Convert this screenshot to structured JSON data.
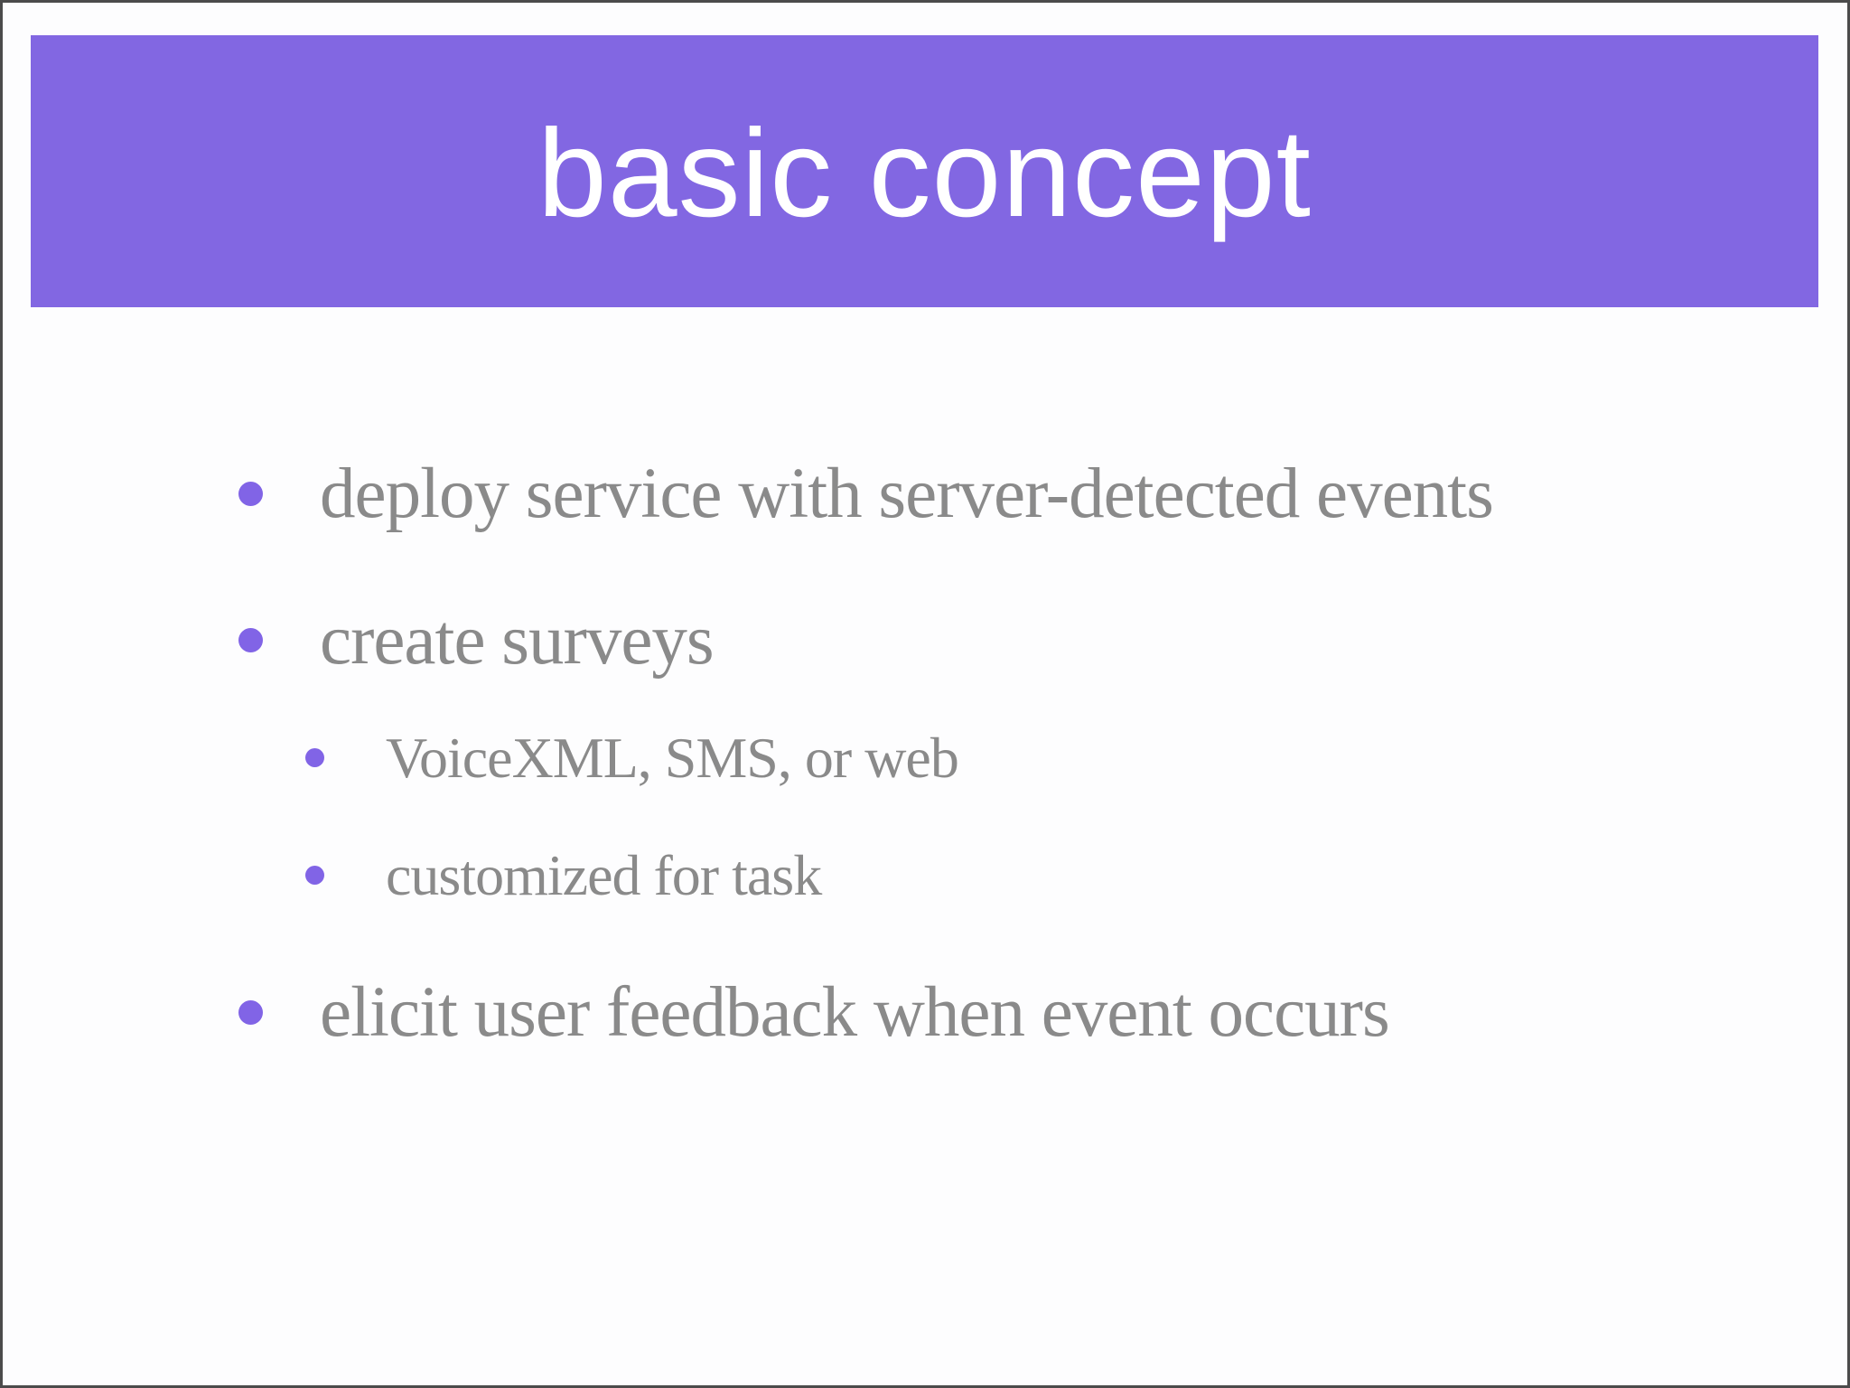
{
  "slide": {
    "title": "basic concept",
    "bullets": [
      {
        "level": 1,
        "text": "deploy service with server-detected events"
      },
      {
        "level": 1,
        "text": "create surveys"
      },
      {
        "level": 2,
        "text": "VoiceXML, SMS, or web"
      },
      {
        "level": 2,
        "text": "customized for task"
      },
      {
        "level": 1,
        "text": "elicit user feedback when event occurs"
      }
    ],
    "colors": {
      "banner": "#8267e2",
      "bullet_dot": "#8164e6",
      "body_text": "#8a8a8a",
      "title_text": "#ffffff",
      "background": "#fdfdfe",
      "border": "#4b4b4b"
    }
  }
}
